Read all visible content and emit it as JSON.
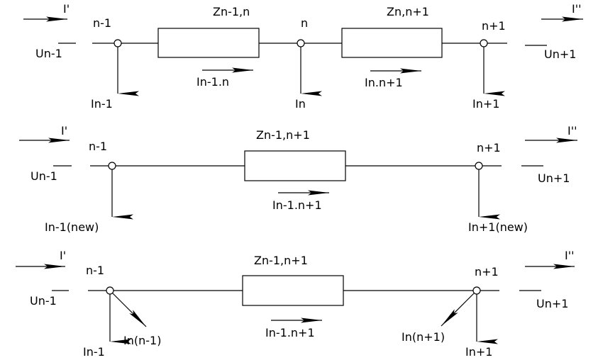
{
  "top": {
    "current_in": "I'",
    "current_out": "I''",
    "node_left": "n-1",
    "node_mid": "n",
    "node_right": "n+1",
    "impedance_left": "Zn-1,n",
    "impedance_right": "Zn,n+1",
    "voltage_left": "Un-1",
    "voltage_right": "Un+1",
    "branch_current_left": "In-1.n",
    "branch_current_right": "In.n+1",
    "load_left": "In-1",
    "load_mid": "In",
    "load_right": "In+1"
  },
  "middle": {
    "current_in": "I'",
    "current_out": "I''",
    "node_left": "n-1",
    "node_right": "n+1",
    "impedance": "Zn-1,n+1",
    "voltage_left": "Un-1",
    "voltage_right": "Un+1",
    "branch_current": "In-1.n+1",
    "load_left": "In-1(new)",
    "load_right": "In+1(new)"
  },
  "bottom": {
    "current_in": "I'",
    "current_out": "I''",
    "node_left": "n-1",
    "node_right": "n+1",
    "impedance": "Zn-1,n+1",
    "voltage_left": "Un-1",
    "voltage_right": "Un+1",
    "branch_current": "In-1.n+1",
    "load_left": "In-1",
    "load_right": "In+1",
    "split_left": "In(n-1)",
    "split_right": "In(n+1)"
  }
}
